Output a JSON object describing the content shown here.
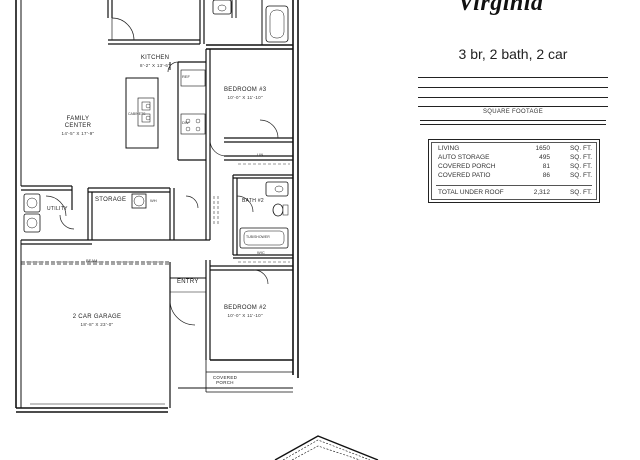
{
  "brand": "Virginia",
  "summary": "3 br, 2 bath, 2 car",
  "square_footage_title": "SQUARE FOOTAGE",
  "square_footage": [
    {
      "name": "LIVING",
      "value": "1650",
      "unit": "SQ. FT."
    },
    {
      "name": "AUTO STORAGE",
      "value": "495",
      "unit": "SQ. FT."
    },
    {
      "name": "COVERED PORCH",
      "value": "81",
      "unit": "SQ. FT."
    },
    {
      "name": "COVERED PATIO",
      "value": "86",
      "unit": "SQ. FT."
    }
  ],
  "total": {
    "name": "TOTAL UNDER ROOF",
    "value": "2,312",
    "unit": "SQ. FT."
  },
  "rooms": {
    "kitchen": {
      "name": "KITCHEN",
      "dim": "8'-2\" X 13'-6\""
    },
    "family": {
      "name": "FAMILY CENTER",
      "dim": "14'-5\" X 17'-9\""
    },
    "bedroom3": {
      "name": "BEDROOM #3",
      "dim": "10'-0\" X 11'-10\""
    },
    "bath2": {
      "name": "BATH #2"
    },
    "storage": {
      "name": "STORAGE"
    },
    "utility": {
      "name": "UTILITY"
    },
    "entry": {
      "name": "ENTRY"
    },
    "garage": {
      "name": "2 CAR GARAGE",
      "dim": "18'-8\" X 23'-0\""
    },
    "bedroom2": {
      "name": "BEDROOM #2",
      "dim": "10'-0\" X 11'-10\""
    },
    "porch": {
      "name": "COVERED PORCH"
    }
  },
  "fixtures": {
    "dw": "DW",
    "ref": "REF",
    "wh": "WH",
    "lin": "LIN",
    "wic": "WIC",
    "tub": "TUB/SHOWER",
    "beam": "BEAM",
    "cabinets": "CABINETS"
  }
}
